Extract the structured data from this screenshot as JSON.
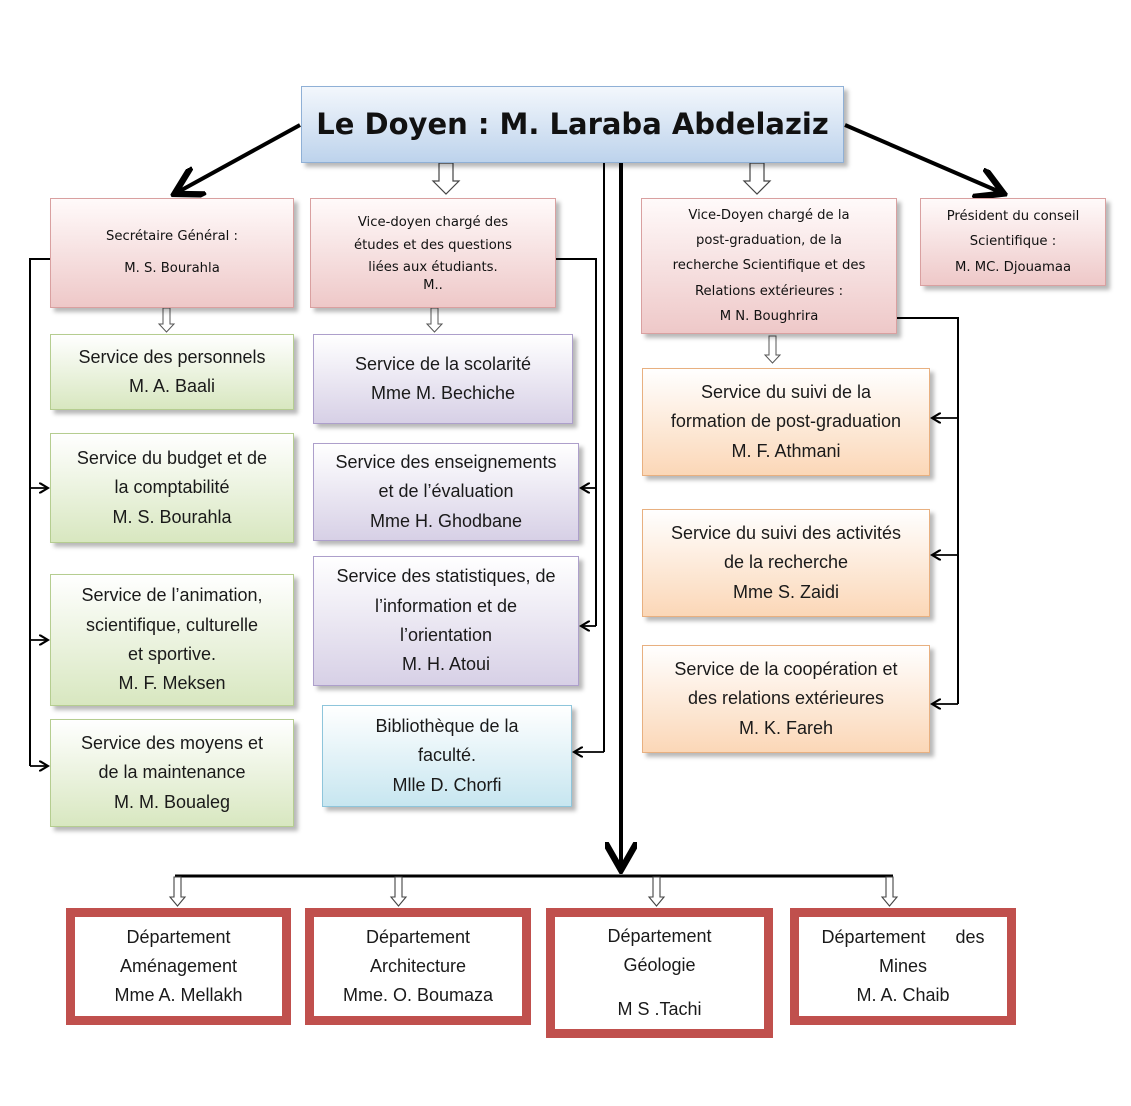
{
  "dean": {
    "label": "Le Doyen : M. Laraba Abdelaziz"
  },
  "secretary": {
    "line1": "Secrétaire Général  :",
    "line2": "M. S. Bourahla"
  },
  "vd_studies": {
    "line1": "Vice-doyen chargé des",
    "line2": "études et des questions",
    "line3": "liées aux étudiants.",
    "line4": "M.."
  },
  "vd_postgrad": {
    "line1": "Vice-Doyen chargé de la",
    "line2": "post-graduation,  de la",
    "line3": "recherche Scientifique et des",
    "line4": "Relations extérieures   :",
    "line5": "M N. Boughrira"
  },
  "president": {
    "line1": "Président du conseil",
    "line2": "Scientifique  :",
    "line3": "M. MC. Djouamaa"
  },
  "services_left": [
    {
      "line1": "Service des personnels",
      "line2": "M. A. Baali"
    },
    {
      "line1": "Service du budget et de",
      "line2": "la comptabilité",
      "line3": "M. S. Bourahla"
    },
    {
      "line1": "Service de l’animation,",
      "line2": "scientifique, culturelle",
      "line3": "et sportive.",
      "line4": "M. F. Meksen"
    },
    {
      "line1": "Service des moyens et",
      "line2": "de la maintenance",
      "line3": "M. M. Boualeg"
    }
  ],
  "services_middle": [
    {
      "line1": "Service de la scolarité",
      "line2": "Mme M. Bechiche"
    },
    {
      "line1": "Service des enseignements",
      "line2": "et de l’évaluation",
      "line3": "Mme H. Ghodbane"
    },
    {
      "line1": "Service des statistiques, de",
      "line2": "l’information et de",
      "line3": "l’orientation",
      "line4": "M. H. Atoui"
    }
  ],
  "library": {
    "line1": "Bibliothèque de la",
    "line2": "faculté.",
    "line3": "Mlle D. Chorfi"
  },
  "services_right": [
    {
      "line1": "Service du suivi de la",
      "line2": "formation de post-graduation",
      "line3": "M. F. Athmani"
    },
    {
      "line1": "Service du suivi des activités",
      "line2": "de la  recherche",
      "line3": "Mme S. Zaidi"
    },
    {
      "line1": "Service de la coopération et",
      "line2": "des relations extérieures",
      "line3": "M. K. Fareh"
    }
  ],
  "departments": [
    {
      "line1": "Département",
      "line2": "Aménagement",
      "line3": "Mme A. Mellakh"
    },
    {
      "line1": "Département",
      "line2": "Architecture",
      "line3": "Mme.  O. Boumaza"
    },
    {
      "line1": "Département",
      "line2": "Géologie",
      "line3": "M S .Tachi"
    },
    {
      "line1": "Département      des",
      "line2": "Mines",
      "line3": "M. A. Chaib"
    }
  ]
}
